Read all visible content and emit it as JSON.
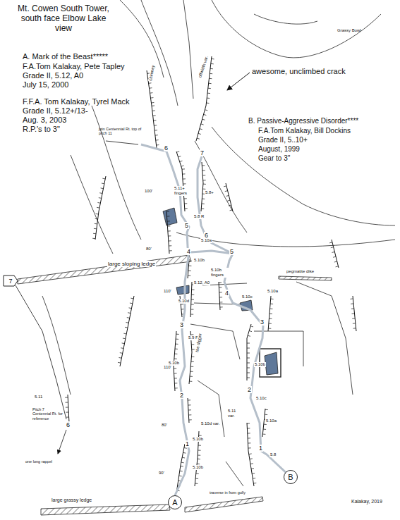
{
  "diagram": {
    "title": "Mt. Cowen South Tower, south face Elbow Lake view",
    "nodes": [
      {
        "text": [
          "7"
        ]
      },
      {
        "text": [
          "A"
        ]
      },
      {
        "text": [
          "B"
        ]
      }
    ],
    "labels": [
      "A. Mark of the Beast*****",
      "F.A.Tom Kalakay, Pete Tapley",
      "Grade II, 5.12, A0",
      "July 15, 2000",
      "F.F.A. Tom Kalakay, Tyrel Mack",
      "Grade II, 5.12+/13-",
      "Aug. 3, 2003",
      "R.P.'s to 3\"",
      "B.  Passive-Aggressive Disorder****",
      "F.A.Tom Kalakay, Bill Dockins",
      "Grade II, 5..10+",
      "August, 1999",
      "Gear to 3\"",
      "awesome, unclimbed crack",
      "Grassy Bowl",
      "large sloping ledge",
      "pegmatite dike",
      "large grassy ledge",
      "traverse in from gully",
      "Kalakay, 2019",
      "join Centennial Rt. top of pitch 11",
      "Pitch 7 Centennial Rt. for reference",
      "one long rappel",
      "5.11",
      "100'",
      "80'",
      "110'",
      "110'",
      "80'",
      "90'",
      "1",
      "2",
      "3",
      "4",
      "5",
      "6",
      "1",
      "2",
      "3",
      "4",
      "5",
      "6",
      "7",
      "6",
      "5.10b",
      "5.10b",
      "5.10d var.",
      "5.10b",
      "5.9 R",
      "the digger",
      "5.10d",
      "5.12, A0",
      "5.10b",
      "5.10a",
      "5.8 R",
      "5.11+ fingers",
      "5.8+",
      "5.10b fingers",
      "5.10c",
      "5.10a",
      "5.10b",
      "5.11 var.",
      "5.10c",
      "5.10a",
      "5.8",
      "offwidth var.",
      "chimney"
    ]
  }
}
